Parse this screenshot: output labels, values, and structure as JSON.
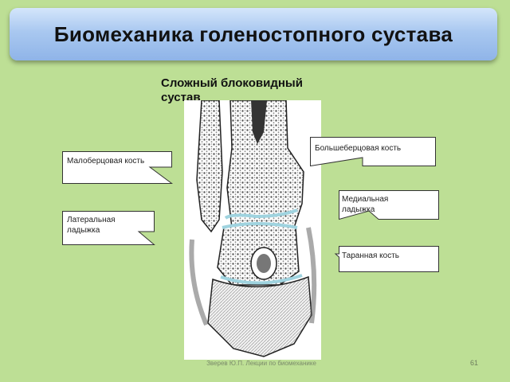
{
  "title": "Биомеханика голеностопного сустава",
  "subtitle": "Сложный блоковидный сустав",
  "callouts": {
    "fibula": "Малоберцовая кость",
    "tibia": "Большеберцовая кость",
    "lateral_malleolus": "Латеральная ладыжка",
    "medial_malleolus": "Медиальная ладыжка",
    "talus": "Таранная кость"
  },
  "footer": {
    "author": "Зверев Ю.П. Лекции по биомеханике",
    "page": "61"
  },
  "colors": {
    "background": "#bddf95",
    "title_bar": "#a9c8f0",
    "cartilage": "#9fd3df"
  }
}
